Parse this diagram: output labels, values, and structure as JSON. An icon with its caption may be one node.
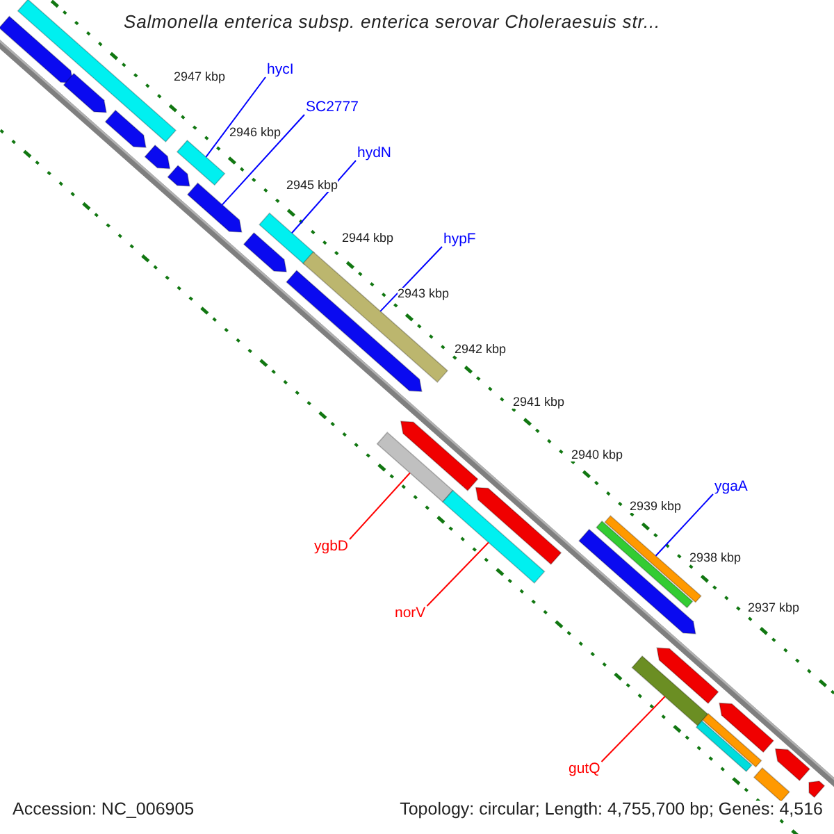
{
  "diagram": {
    "title": "Salmonella enterica subsp. enterica serovar Choleraesuis str...",
    "nodes": [
      {
        "text": [
          "hycI"
        ]
      },
      {
        "text": [
          "SC2777"
        ]
      },
      {
        "text": [
          "hydN"
        ]
      },
      {
        "text": [
          "hypF"
        ]
      },
      {
        "text": [
          "ygaA"
        ]
      },
      {
        "text": [
          "ygbD"
        ]
      },
      {
        "text": [
          "norV"
        ]
      },
      {
        "text": [
          "gutQ"
        ]
      },
      {
        "text": [],
        "shape": "pentagon"
      },
      {
        "text": [],
        "shape": "bar"
      },
      {
        "text": [],
        "shape": "pentagon"
      },
      {
        "text": [],
        "shape": "pentagon"
      },
      {
        "text": [],
        "shape": "pentagon"
      },
      {
        "text": [],
        "shape": "bar"
      },
      {
        "text": [],
        "shape": "pentagon"
      },
      {
        "text": [],
        "shape": "pentagon"
      },
      {
        "text": [],
        "shape": "bar"
      },
      {
        "text": [],
        "shape": "pentagon"
      },
      {
        "text": [],
        "shape": "bar"
      },
      {
        "text": [],
        "shape": "pentagon"
      },
      {
        "text": [],
        "shape": "pentagon"
      },
      {
        "text": [],
        "shape": "bar"
      },
      {
        "text": [],
        "shape": "pentagon"
      },
      {
        "text": [],
        "shape": "bar"
      },
      {
        "text": [],
        "shape": "bar"
      },
      {
        "text": [],
        "shape": "bar"
      },
      {
        "text": [],
        "shape": "pentagon"
      },
      {
        "text": [],
        "shape": "pentagon"
      },
      {
        "text": [],
        "shape": "bar"
      },
      {
        "text": [],
        "shape": "pentagon"
      },
      {
        "text": [],
        "shape": "bar"
      },
      {
        "text": [],
        "shape": "bar"
      },
      {
        "text": [],
        "shape": "pentagon"
      },
      {
        "text": [],
        "shape": "bar"
      },
      {
        "text": [],
        "shape": "pentagon"
      }
    ],
    "edges": [
      {
        "from": 0,
        "to": 13,
        "arrow": "none"
      },
      {
        "from": 1,
        "to": 15,
        "arrow": "none"
      },
      {
        "from": 2,
        "to": 16,
        "arrow": "none"
      },
      {
        "from": 3,
        "to": 18,
        "arrow": "none"
      },
      {
        "from": 4,
        "to": 24,
        "arrow": "none"
      },
      {
        "from": 5,
        "to": 21,
        "arrow": "none",
        "color": "#ff0000"
      },
      {
        "from": 6,
        "to": 23,
        "arrow": "none",
        "color": "#ff0000"
      },
      {
        "from": 7,
        "to": 28,
        "arrow": "none",
        "color": "#ff0000"
      }
    ],
    "labels": [
      "2947 kbp",
      "2946 kbp",
      "2945 kbp",
      "2944 kbp",
      "2943 kbp",
      "2942 kbp",
      "2941 kbp",
      "2940 kbp",
      "2939 kbp",
      "2938 kbp",
      "2937 kbp",
      "Accession: NC_006905",
      "Topology: circular; Length: 4,755,700 bp; Genes: 4,516"
    ]
  }
}
